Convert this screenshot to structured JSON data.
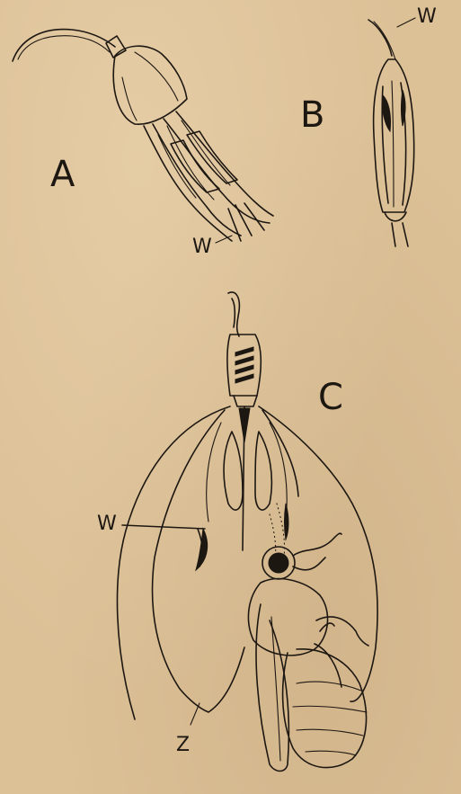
{
  "figure": {
    "panels": [
      {
        "id": "A",
        "label": "A",
        "marker": "W"
      },
      {
        "id": "B",
        "label": "B",
        "marker": "W"
      },
      {
        "id": "C",
        "label": "C",
        "markers": [
          "W",
          "Z"
        ]
      }
    ]
  }
}
